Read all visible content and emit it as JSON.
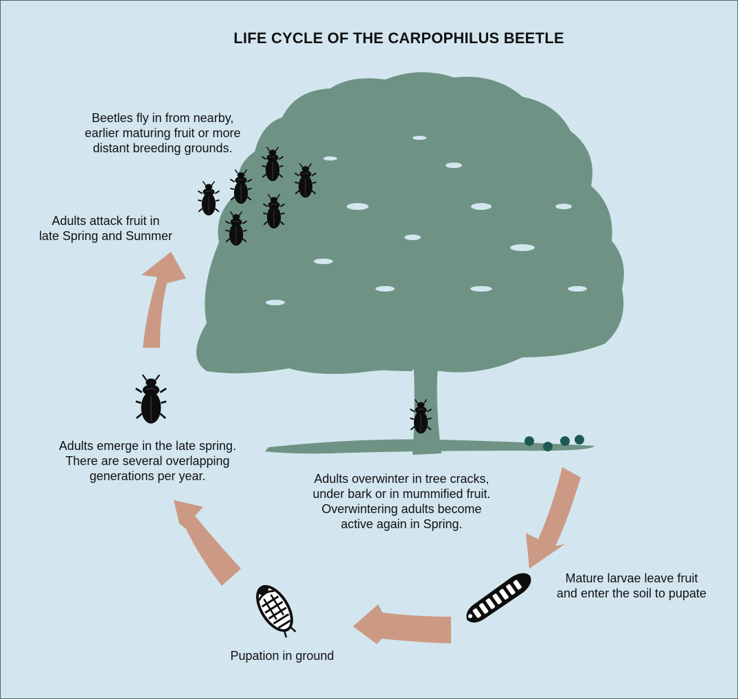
{
  "title": "LIFE CYCLE OF THE CARPOPHILUS BEETLE",
  "colors": {
    "background": "#d3e6ef",
    "tree": "#6e9384",
    "arrow": "#cc9a84",
    "fruit": "#1f5a52",
    "insect": "#0d0d0d"
  },
  "stages": {
    "fly_in": "Beetles fly in from nearby,\nearlier maturing fruit or more\ndistant breeding grounds.",
    "attack": "Adults attack fruit in\nlate Spring and Summer",
    "emerge": "Adults emerge in the late spring.\nThere are several overlapping\ngenerations per year.",
    "overwinter": "Adults overwinter in tree cracks,\nunder bark or in mummified fruit.\nOverwintering adults become\nactive again in Spring.",
    "larvae": "Mature larvae leave fruit\nand enter the soil to pupate",
    "pupation": "Pupation in ground"
  },
  "icons": {
    "tree": "tree-icon",
    "beetle": "beetle-icon",
    "larva": "larva-icon",
    "pupa": "pupa-icon",
    "fruit": "fruit-icon",
    "arrow": "cycle-arrow-icon"
  }
}
